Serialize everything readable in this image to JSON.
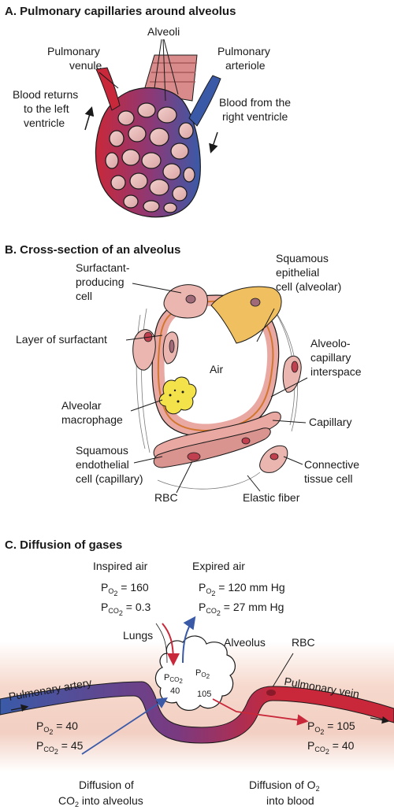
{
  "panel_a": {
    "title": "A. Pulmonary capillaries around alveolus",
    "labels": {
      "alveoli": "Alveoli",
      "venule_1": "Pulmonary",
      "venule_2": "venule",
      "arteriole_1": "Pulmonary",
      "arteriole_2": "arteriole",
      "returns_1": "Blood returns",
      "returns_2": "to the left",
      "returns_3": "ventricle",
      "from_1": "Blood from the",
      "from_2": "right ventricle"
    }
  },
  "panel_b": {
    "title": "B. Cross-section of an alveolus",
    "labels": {
      "surf_1": "Surfactant-",
      "surf_2": "producing",
      "surf_3": "cell",
      "sq_1": "Squamous",
      "sq_2": "epithelial",
      "sq_3": "cell (alveolar)",
      "layer": "Layer of surfactant",
      "air": "Air",
      "ac_1": "Alveolo-",
      "ac_2": "capillary",
      "ac_3": "interspace",
      "mac_1": "Alveolar",
      "mac_2": "macrophage",
      "capillary": "Capillary",
      "endo_1": "Squamous",
      "endo_2": "endothelial",
      "endo_3": "cell (capillary)",
      "conn_1": "Connective",
      "conn_2": "tissue cell",
      "rbc": "RBC",
      "elastic": "Elastic fiber"
    }
  },
  "panel_c": {
    "title": "C. Diffusion of gases",
    "inspired": {
      "title": "Inspired air",
      "po2_pre": "P",
      "po2_sub": "O",
      "po2_sub2": "2",
      "po2_val": " = 160",
      "pco2_pre": "P",
      "pco2_sub": "CO",
      "pco2_sub2": "2",
      "pco2_val": " = 0.3"
    },
    "expired": {
      "title": "Expired air",
      "po2_val": " = 120 mm Hg",
      "pco2_val": " = 27 mm Hg"
    },
    "lungs": "Lungs",
    "alveolus": "Alveolus",
    "rbc": "RBC",
    "alv_pco2_pre": "P",
    "alv_pco2_sub": "CO",
    "alv_pco2_sub2": "2",
    "alv_pco2_val": "40",
    "alv_po2_pre": "P",
    "alv_po2_sub": "O",
    "alv_po2_sub2": "2",
    "alv_po2_val": "105",
    "artery": "Pulmonary artery",
    "vein": "Pulmonary vein",
    "artery_po2_val": " = 40",
    "artery_pco2_val": " = 45",
    "vein_po2_val": " = 105",
    "vein_pco2_val": " = 40",
    "diff_co2_1": "Diffusion of",
    "diff_co2_2a": "CO",
    "diff_co2_2b": "2",
    "diff_co2_2c": " into alveolus",
    "diff_o2_1a": "Diffusion of O",
    "diff_o2_1b": "2",
    "diff_o2_2": "into blood"
  },
  "colors": {
    "red": "#c8283a",
    "blue": "#3a5aa8",
    "alveolus_pink": "#eab8b8",
    "surfactant_yellow": "#f0c060",
    "macrophage_yellow": "#f4e24a",
    "tissue_pink": "#f6d8cc"
  }
}
